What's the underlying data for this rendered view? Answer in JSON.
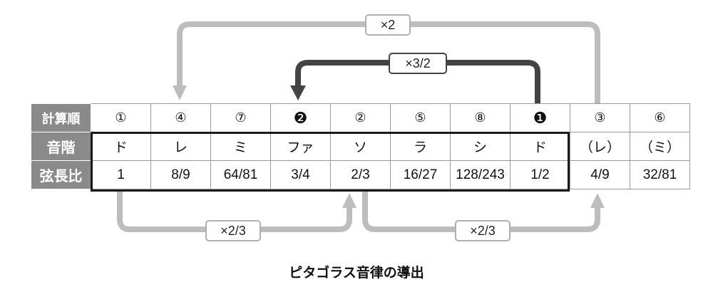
{
  "table": {
    "row_headers": [
      "計算順",
      "音階",
      "弦長比"
    ],
    "order": [
      "①",
      "④",
      "⑦",
      "❷",
      "②",
      "⑤",
      "⑧",
      "❶",
      "③",
      "⑥"
    ],
    "notes": [
      "ド",
      "レ",
      "ミ",
      "ファ",
      "ソ",
      "ラ",
      "シ",
      "ド",
      "（レ）",
      "（ミ）"
    ],
    "ratios": [
      "1",
      "8/9",
      "64/81",
      "3/4",
      "2/3",
      "16/27",
      "128/243",
      "1/2",
      "4/9",
      "32/81"
    ]
  },
  "arrows": {
    "top_outer": "×2",
    "top_inner": "×3/2",
    "bottom_left": "×2/3",
    "bottom_right": "×2/3"
  },
  "caption": "ピタゴラス音律の導出",
  "colors": {
    "light_arrow": "#bdbdbd",
    "dark_arrow": "#444444",
    "header_bg": "#8a8a8a"
  }
}
